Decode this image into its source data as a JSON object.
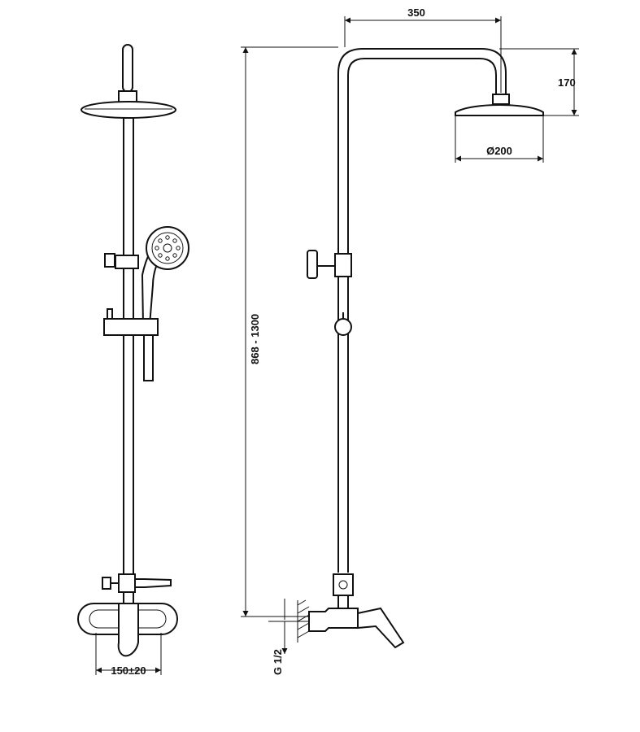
{
  "dimensions": {
    "width_top": "350",
    "drop": "170",
    "head_diameter": "Ø200",
    "height_range": "868 - 1300",
    "inlet_thread": "G 1/2",
    "inlet_spacing": "150±20"
  }
}
